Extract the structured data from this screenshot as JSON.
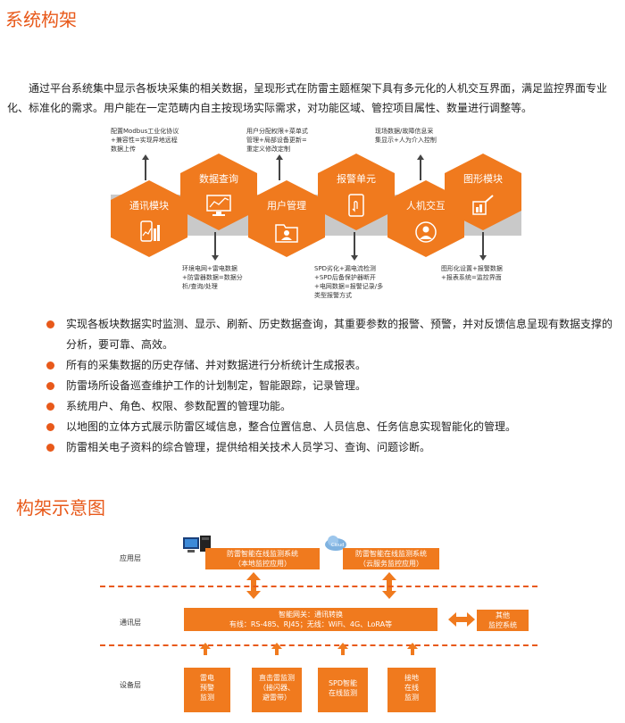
{
  "section1_title": "系统构架",
  "intro": "通过平台系统集中显示各板块采集的相关数据，呈现形式在防雷主题框架下具有多元化的人机交互界面，满足监控界面专业化、标准化的需求。用户能在一定范畴内自主按现场实际需求，对功能区域、管控项目属性、数量进行调整等。",
  "modules": [
    {
      "label": "通讯模块",
      "icon": "phone-chart-icon"
    },
    {
      "label": "数据查询",
      "icon": "monitor-chart-icon"
    },
    {
      "label": "用户管理",
      "icon": "folder-user-icon"
    },
    {
      "label": "报警单元",
      "icon": "touch-hand-icon"
    },
    {
      "label": "人机交互",
      "icon": "person-gear-icon"
    },
    {
      "label": "图形模块",
      "icon": "hand-graph-icon"
    }
  ],
  "notes": {
    "top1": "配置Modbus工业化协议+兼容性=实现异地远程数据上传",
    "top2": "用户分配权限+菜单式管理+局部设备更新=重定义修改定制",
    "top3": "现场数据/故障信息采集显示+人为介入控制",
    "bot1": "环境电网+雷电数据+防雷器数据=数据分析/查询/处理",
    "bot2": "SPD劣化+漏电流检测+SPD后备保护器断开+电网数据=报警记录/多类型报警方式",
    "bot3": "图形化设置+报警数据+报表系统=监控界面"
  },
  "bullets": [
    "实现各板块数据实时监测、显示、刷新、历史数据查询，其重要参数的报警、预警，并对反馈信息呈现有数据支撑的分析，要可靠、高效。",
    "所有的采集数据的历史存储、并对数据进行分析统计生成报表。",
    "防雷场所设备巡查维护工作的计划制定，智能跟踪，记录管理。",
    "系统用户、角色、权限、参数配置的管理功能。",
    "以地图的立体方式展示防雷区域信息，整合位置信息、人员信息、任务信息实现智能化的管理。",
    "防雷相关电子资料的综合管理，提供给相关技术人员学习、查询、问题诊断。"
  ],
  "section2_title": "构架示意图",
  "arch": {
    "layer_app": "应用层",
    "layer_comm": "通讯层",
    "layer_device": "设备层",
    "app_local": "防雷智能在线监测系统\n（本地监控应用）",
    "app_cloud": "防雷智能在线监测系统\n（云服务监控应用）",
    "gateway_title": "智能网关：通讯转换",
    "gateway_detail": "有线：RS-485、RJ45；无线：WiFi、4G、LoRA等",
    "other": "其他\n监控系统",
    "devices": [
      "雷电\n预警\n监测",
      "直击雷监测\n（接闪器、\n避雷带）",
      "SPD智能\n在线监测",
      "接地\n在线\n监测"
    ],
    "cloud_label": "Cloud"
  },
  "colors": {
    "accent": "#e8591a",
    "box": "#f07a1e"
  }
}
